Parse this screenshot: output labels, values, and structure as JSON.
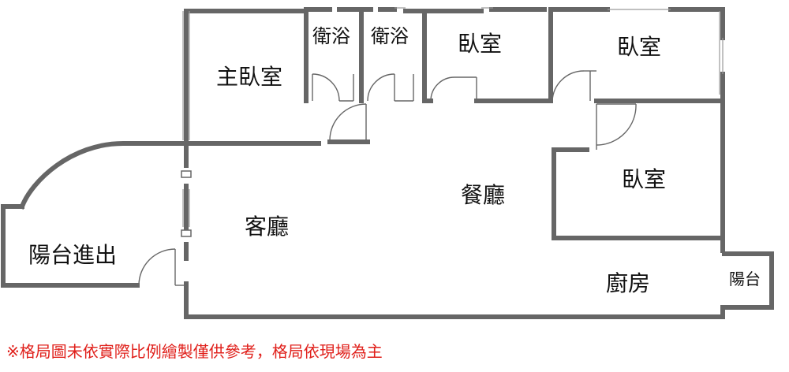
{
  "rooms": {
    "master_bedroom": "主臥室",
    "bathroom_1": "衛浴",
    "bathroom_2": "衛浴",
    "bedroom_1": "臥室",
    "bedroom_2": "臥室",
    "bedroom_3": "臥室",
    "dining": "餐廳",
    "living": "客廳",
    "kitchen": "廚房",
    "balcony_entry": "陽台進出",
    "balcony": "陽台"
  },
  "disclaimer": "※格局圖未依實際比例繪製僅供參考，格局依現場為主",
  "colors": {
    "wall": "#666666",
    "thin_line": "#9a9a9a",
    "text": "#111111",
    "disclaimer": "#e0201b"
  }
}
